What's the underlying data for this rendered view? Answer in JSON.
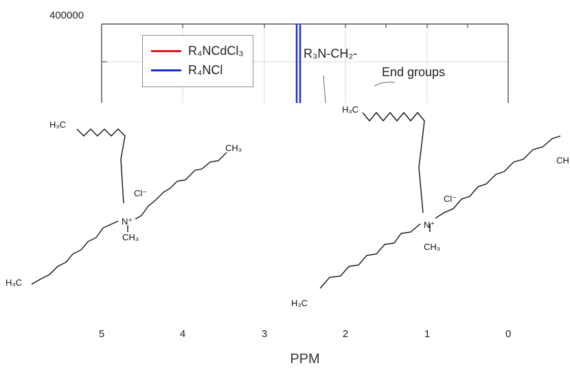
{
  "chart_data": {
    "type": "line",
    "xlabel": "PPM",
    "ylabel": "",
    "x_ticks": [
      "5",
      "4",
      "3",
      "2",
      "1",
      "0"
    ],
    "x_reversed": true,
    "y_ticks_visible": [
      "400000"
    ],
    "grid": true,
    "legend_placement": "top-left",
    "series": [
      {
        "name": "R₄NCdCl₃",
        "color": "#e0161a"
      },
      {
        "name": "R₄NCl",
        "color": "#1a2fd6"
      }
    ],
    "peak_region_ppm": 2.58,
    "annotations": [
      "R₃N-CH₂-",
      "End groups"
    ]
  },
  "structures": {
    "left": {
      "anion": "Cl⁻",
      "cation": "N⁺",
      "methyl": "CH₃",
      "chain_end_top": "H₃C",
      "chain_end_right": "CH₃",
      "chain_end_bottom": "H₃C"
    },
    "right": {
      "anion": "Cl⁻",
      "cation": "N⁺",
      "methyl": "CH₃",
      "chain_end_top": "H₃C",
      "chain_end_right": "CH",
      "chain_end_bottom": "H₃C"
    }
  }
}
